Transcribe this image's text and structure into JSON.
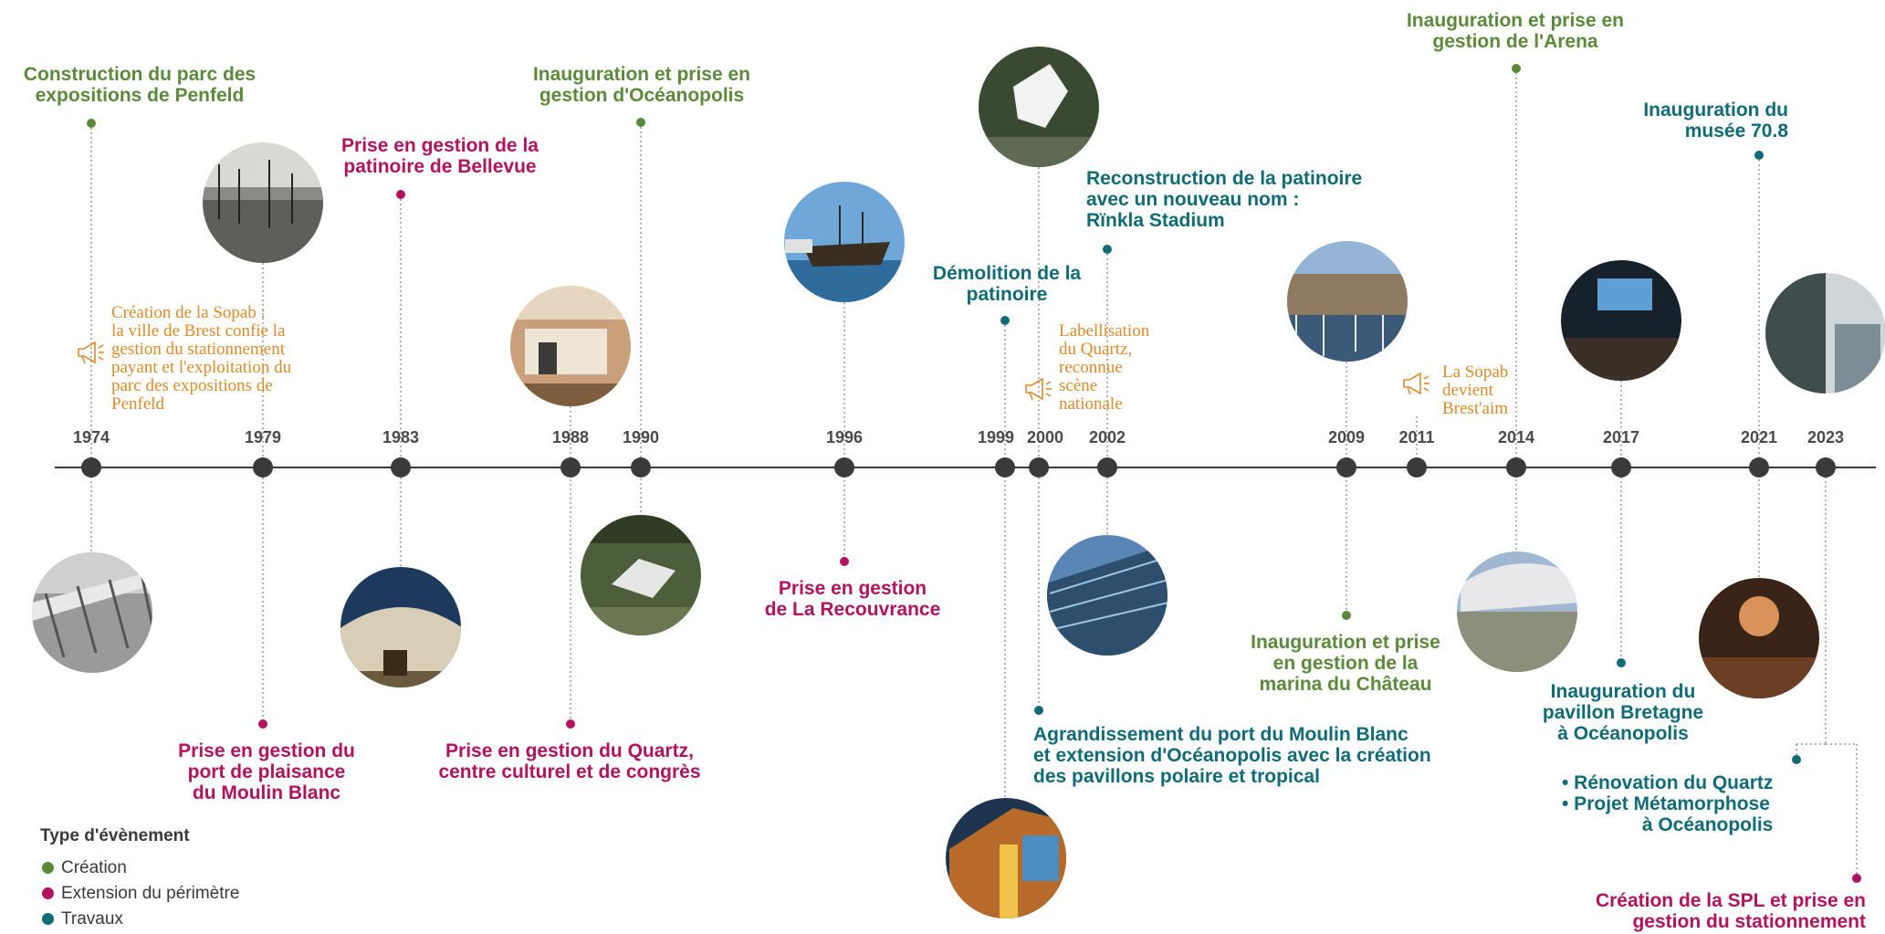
{
  "colors": {
    "creation": "#5b8a3a",
    "extension": "#b3125f",
    "travaux": "#0f6b77",
    "announce": "#e08a28",
    "axis": "#3a3a3a"
  },
  "years": [
    "1974",
    "1979",
    "1983",
    "1988",
    "1990",
    "1996",
    "1999",
    "2000",
    "2002",
    "2009",
    "2011",
    "2014",
    "2017",
    "2021",
    "2023"
  ],
  "events": {
    "e1974": [
      "Construction du parc des",
      "expositions de Penfeld"
    ],
    "e1979": [
      "Prise en gestion du",
      "port de plaisance",
      "du Moulin Blanc"
    ],
    "e1983": [
      "Prise en gestion de la",
      "patinoire de Bellevue"
    ],
    "e1988": [
      "Prise en gestion du Quartz,",
      "centre culturel et de congrès"
    ],
    "e1990": [
      "Inauguration et prise en",
      "gestion d'Océanopolis"
    ],
    "e1996": [
      "Prise en gestion",
      "de La Recouvrance"
    ],
    "e1999": [
      "Démolition de la",
      "patinoire"
    ],
    "e2000": [
      "Agrandissement du port du Moulin Blanc",
      "et extension d'Océanopolis avec la création",
      "des pavillons polaire et tropical"
    ],
    "e2002": [
      "Reconstruction de la patinoire",
      "avec un nouveau nom :",
      "Rïnkla Stadium"
    ],
    "e2009": [
      "Inauguration et prise",
      "en gestion de la",
      "marina du Château"
    ],
    "e2014": [
      "Inauguration et prise en",
      "gestion de l'Arena"
    ],
    "e2017": [
      "Inauguration du",
      "pavillon Bretagne",
      "à Océanopolis"
    ],
    "e2021": [
      "Inauguration du",
      "musée 70.8"
    ],
    "e2023a": [
      "•  Rénovation du Quartz",
      "•  Projet Métamorphose",
      "à Océanopolis"
    ],
    "e2023b": [
      "Création de la SPL et prise en",
      "gestion du stationnement"
    ]
  },
  "announcements": {
    "a1979": [
      "Création de la Sopab :",
      "la ville de Brest confie la",
      "gestion du stationnement",
      "payant et l'exploitation du",
      "parc des expositions de",
      "Penfeld"
    ],
    "a2000": [
      "Labellisation",
      "du Quartz,",
      "reconnue",
      "scène",
      "nationale"
    ],
    "a2011": [
      "La Sopab",
      "devient",
      "Brest'aim"
    ]
  },
  "legend": {
    "title": "Type d'évènement",
    "items": [
      {
        "label": "Création",
        "color": "#5b8a3a"
      },
      {
        "label": "Extension du périmètre",
        "color": "#b3125f"
      },
      {
        "label": "Travaux",
        "color": "#0f6b77"
      }
    ]
  },
  "icons": {
    "announce": "megaphone-icon"
  }
}
